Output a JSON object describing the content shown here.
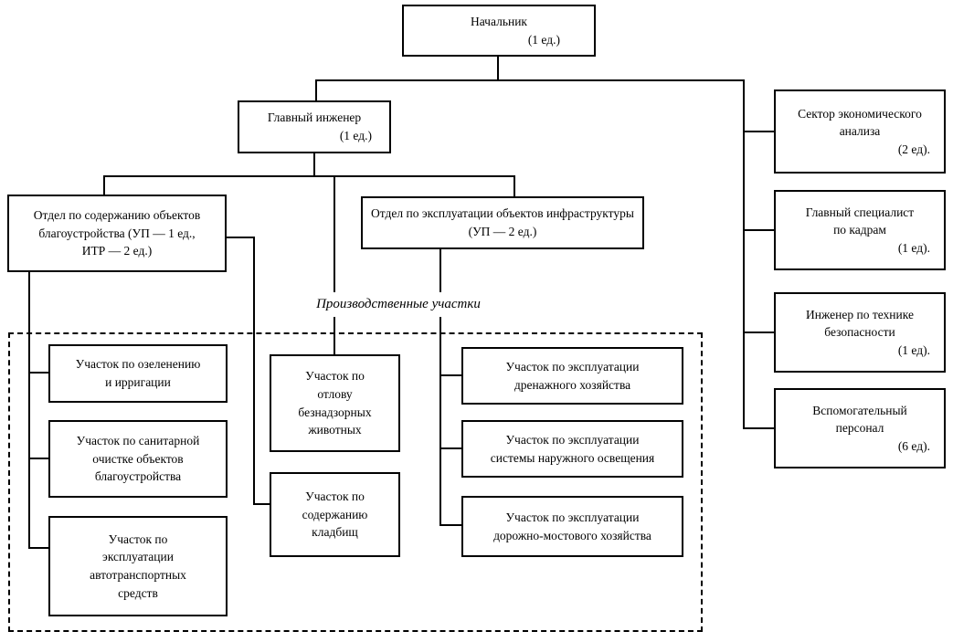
{
  "diagram": {
    "group_label": "Производственные участки",
    "colors": {
      "line": "#000000",
      "background": "#ffffff"
    },
    "boxes": [
      {
        "id": "nachalnik",
        "text": "Начальник",
        "units": "(1 ед.)"
      },
      {
        "id": "glavnyj-inzhener",
        "text": "Главный инженер",
        "units": "(1 ед.)"
      },
      {
        "id": "otdel-soderzhaniya",
        "text": "Отдел по содержанию объектов\nблагоустройства (УП — 1 ед.,\nИТР — 2 ед.)",
        "units": ""
      },
      {
        "id": "otdel-ekspluatatsii",
        "text": "Отдел по эксплуатации объектов инфраструктуры\n(УП — 2 ед.)",
        "units": ""
      },
      {
        "id": "sektor-ekonomicheskogo-analiza",
        "text": "Сектор экономического\nанализа",
        "units": "(2 ед)."
      },
      {
        "id": "glavnyj-spetsialist-po-kadram",
        "text": "Главный специалист\nпо кадрам",
        "units": "(1 ед)."
      },
      {
        "id": "inzhener-po-tekhnike-bezopasnosti",
        "text": "Инженер по технике\nбезопасности",
        "units": "(1 ед)."
      },
      {
        "id": "vspomogatelnyj-personal",
        "text": "Вспомогательный\nперсонал",
        "units": "(6 ед)."
      },
      {
        "id": "uchastok-ozeleneniya",
        "text": "Участок по озеленению\nи ирригации",
        "units": ""
      },
      {
        "id": "uchastok-sanitarnoj-ochistki",
        "text": "Участок по санитарной\nочистке объектов\nблагоустройства",
        "units": ""
      },
      {
        "id": "uchastok-avtotransporta",
        "text": "Участок по\nэксплуатации\nавтотранспортных\nсредств",
        "units": ""
      },
      {
        "id": "uchastok-otlova-zhivotnykh",
        "text": "Участок по\nотлову\nбезнадзорных\nживотных",
        "units": ""
      },
      {
        "id": "uchastok-kladbishch",
        "text": "Участок по\nсодержанию\nкладбищ",
        "units": ""
      },
      {
        "id": "uchastok-drenazha",
        "text": "Участок по эксплуатации\nдренажного хозяйства",
        "units": ""
      },
      {
        "id": "uchastok-osveshcheniya",
        "text": "Участок по эксплуатации\nсистемы наружного освещения",
        "units": ""
      },
      {
        "id": "uchastok-dorozhno-mostovogo",
        "text": "Участок по эксплуатации\nдорожно-мостового хозяйства",
        "units": ""
      }
    ]
  }
}
